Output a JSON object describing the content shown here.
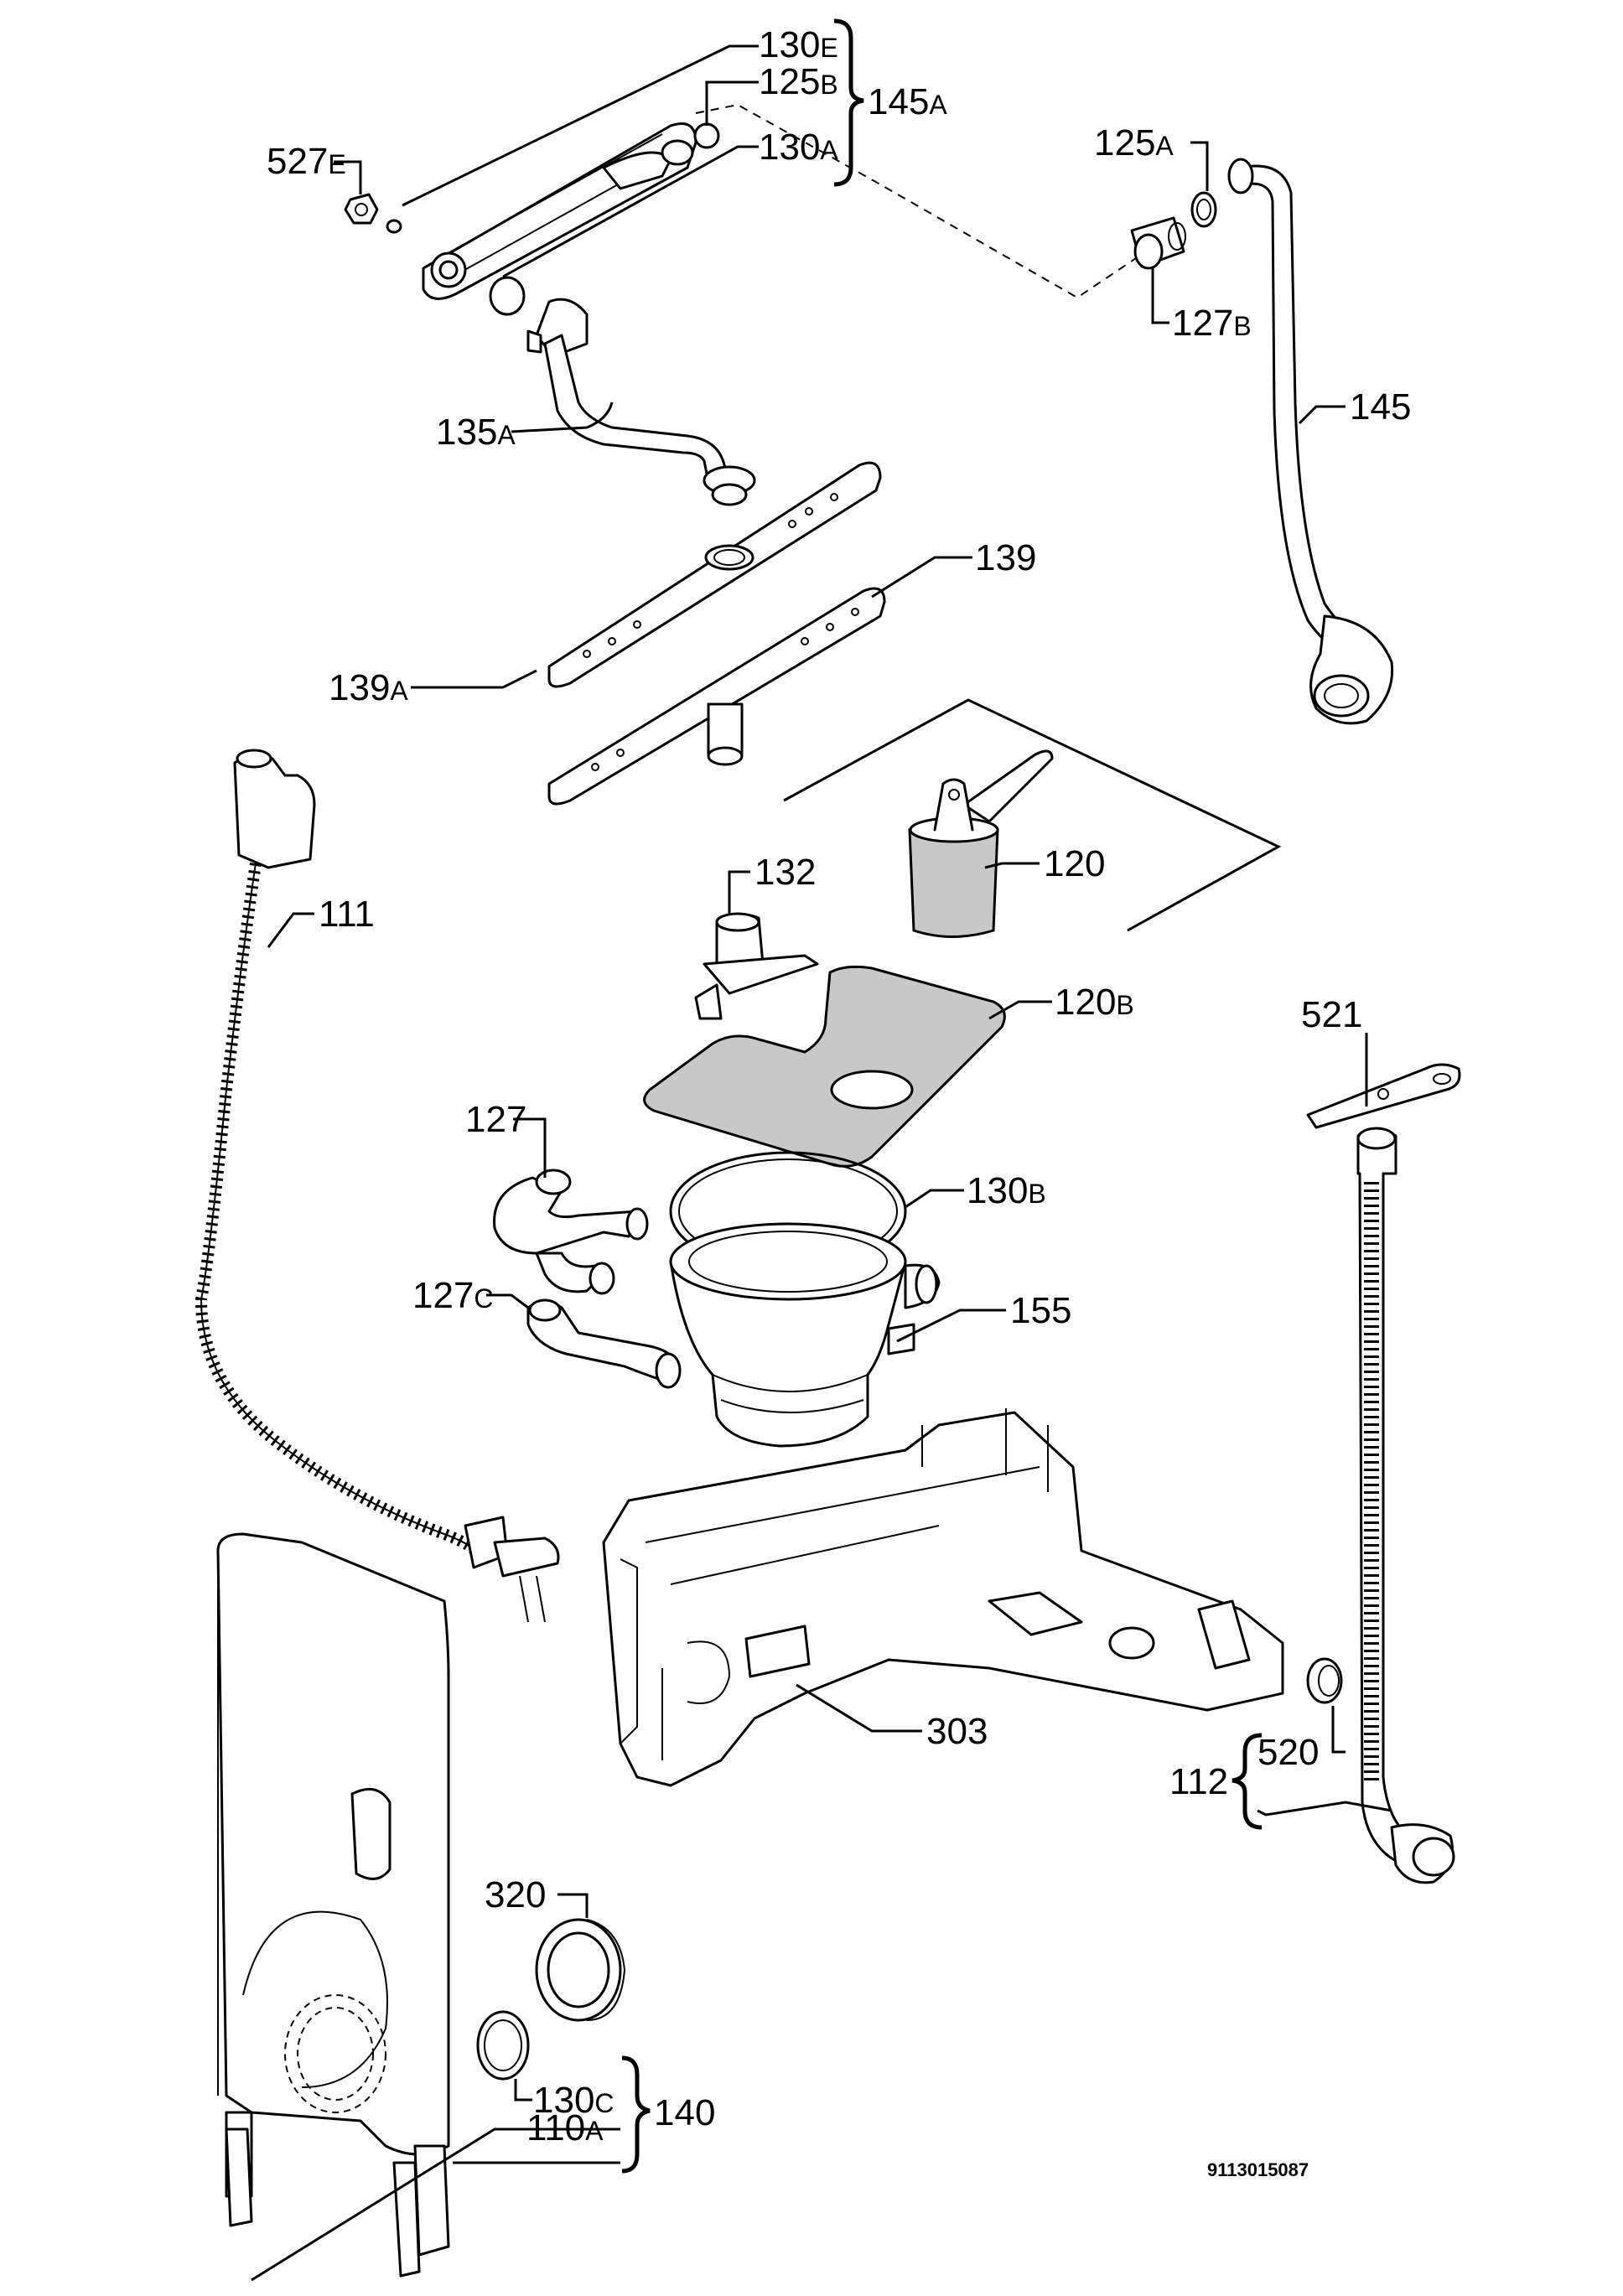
{
  "diagram": {
    "drawing_number": "9113015087",
    "labels": {
      "l130e": {
        "num": "130",
        "sfx": "E"
      },
      "l125b": {
        "num": "125",
        "sfx": "B"
      },
      "l145a": {
        "num": "145",
        "sfx": "A"
      },
      "l130a": {
        "num": "130",
        "sfx": "A"
      },
      "l527e": {
        "num": "527",
        "sfx": "E"
      },
      "l125a": {
        "num": "125",
        "sfx": "A"
      },
      "l127b": {
        "num": "127",
        "sfx": "B"
      },
      "l135a": {
        "num": "135",
        "sfx": "A"
      },
      "l145": {
        "num": "145",
        "sfx": ""
      },
      "l139": {
        "num": "139",
        "sfx": ""
      },
      "l139a": {
        "num": "139",
        "sfx": "A"
      },
      "l111": {
        "num": "111",
        "sfx": ""
      },
      "l132": {
        "num": "132",
        "sfx": ""
      },
      "l120": {
        "num": "120",
        "sfx": ""
      },
      "l120b": {
        "num": "120",
        "sfx": "B"
      },
      "l521": {
        "num": "521",
        "sfx": ""
      },
      "l127": {
        "num": "127",
        "sfx": ""
      },
      "l130b": {
        "num": "130",
        "sfx": "B"
      },
      "l127c": {
        "num": "127",
        "sfx": "C"
      },
      "l155": {
        "num": "155",
        "sfx": ""
      },
      "l303": {
        "num": "303",
        "sfx": ""
      },
      "l112": {
        "num": "112",
        "sfx": ""
      },
      "l520": {
        "num": "520",
        "sfx": ""
      },
      "l320": {
        "num": "320",
        "sfx": ""
      },
      "l130c": {
        "num": "130",
        "sfx": "C"
      },
      "l140": {
        "num": "140",
        "sfx": ""
      },
      "l110a": {
        "num": "110",
        "sfx": "A"
      }
    }
  }
}
